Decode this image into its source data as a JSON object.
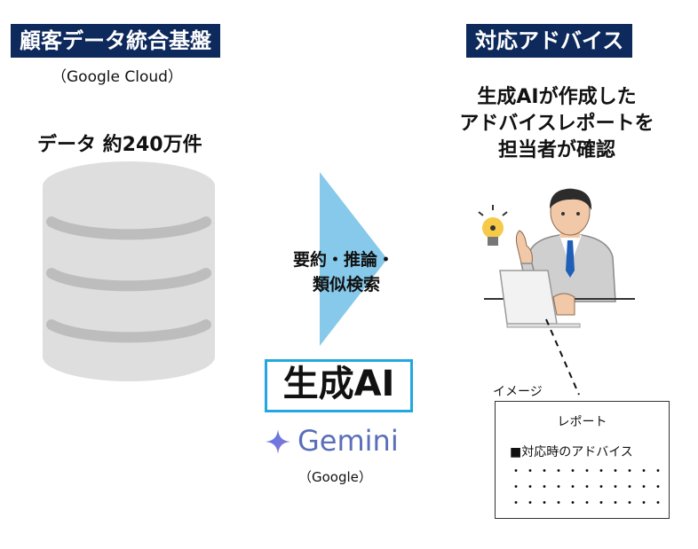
{
  "left": {
    "title": "顧客データ統合基盤",
    "subtitle": "（Google Cloud）",
    "data_count": "データ 約240万件"
  },
  "middle": {
    "process_line1": "要約・推論・",
    "process_line2": "類似検索",
    "ai_label": "生成AI",
    "gemini_label": "Gemini",
    "gemini_sub": "（Google）"
  },
  "right": {
    "title": "対応アドバイス",
    "desc_line1": "生成AIが作成した",
    "desc_line2": "アドバイスレポートを",
    "desc_line3": "担当者が確認",
    "image_label": "イメージ",
    "report_title": "レポート",
    "report_item": "■対応時のアドバイス",
    "report_dots": "・・・・・・・・・・・・・・・・・・"
  },
  "colors": {
    "title_bg": "#0e2a5c",
    "db_body": "#dedede",
    "db_stripe": "#bdbdbd",
    "arrow": "#86c9ea",
    "ai_border": "#21a8e0"
  }
}
